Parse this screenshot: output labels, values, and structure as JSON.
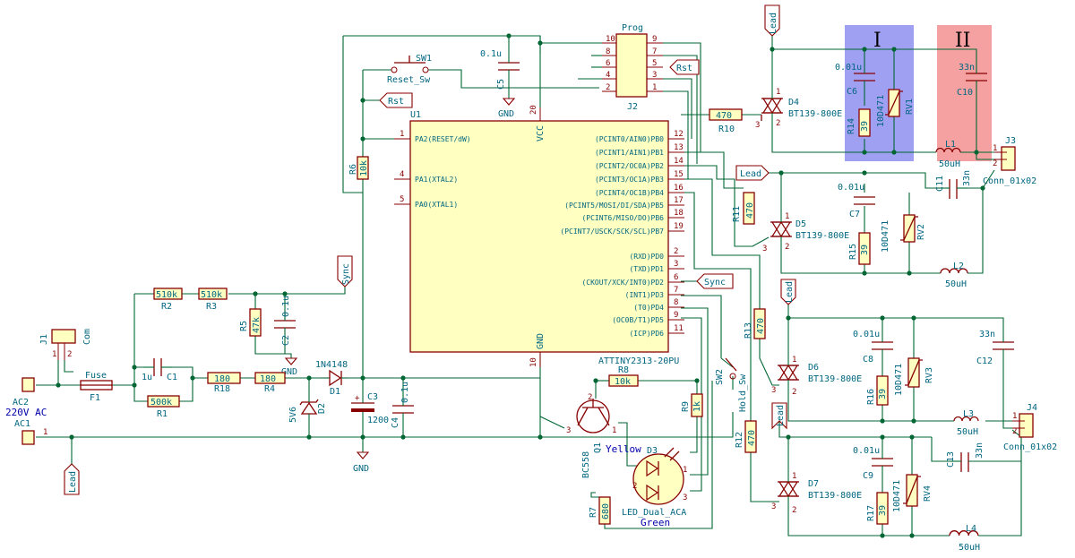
{
  "regions": {
    "I": "I",
    "II": "II",
    "region_I_color": "#8888ee",
    "region_II_color": "#f28a8a"
  },
  "ic": {
    "ref": "U1",
    "value": "ATTINY2313-20PU",
    "left_pins": [
      {
        "num": "1",
        "name": "PA2(RESET/dW)"
      },
      {
        "num": "4",
        "name": "PA1(XTAL2)"
      },
      {
        "num": "5",
        "name": "PA0(XTAL1)"
      }
    ],
    "right_pins": [
      {
        "num": "12",
        "name": "(PCINT0/AIN0)PB0"
      },
      {
        "num": "13",
        "name": "(PCINT1/AIN1)PB1"
      },
      {
        "num": "14",
        "name": "(PCINT2/OC0A)PB2"
      },
      {
        "num": "15",
        "name": "(PCINT3/OC1A)PB3"
      },
      {
        "num": "16",
        "name": "(PCINT4/OC1B)PB4"
      },
      {
        "num": "17",
        "name": "(PCINT5/MOSI/DI/SDA)PB5"
      },
      {
        "num": "18",
        "name": "(PCINT6/MISO/DO)PB6"
      },
      {
        "num": "19",
        "name": "(PCINT7/USCK/SCK/SCL)PB7"
      },
      {
        "num": "2",
        "name": "(RXD)PD0"
      },
      {
        "num": "3",
        "name": "(TXD)PD1"
      },
      {
        "num": "6",
        "name": "(CKOUT/XCK/INT0)PD2"
      },
      {
        "num": "7",
        "name": "(INT1)PD3"
      },
      {
        "num": "8",
        "name": "(T0)PD4"
      },
      {
        "num": "9",
        "name": "(OC0B/T1)PD5"
      },
      {
        "num": "11",
        "name": "(ICP)PD6"
      }
    ],
    "vcc": "VCC",
    "vcc_pin": "20",
    "gnd": "GND",
    "gnd_pin": "10"
  },
  "prog": {
    "title": "Prog",
    "ref": "J2",
    "left_nums": [
      "10",
      "8",
      "6",
      "4",
      "2"
    ],
    "right_nums": [
      "9",
      "7",
      "5",
      "3",
      "1"
    ]
  },
  "labels": {
    "rst": "Rst",
    "sync": "Sync",
    "lead": "Lead",
    "gnd": "GND",
    "ac_label": "220V AC",
    "ac1": "AC1",
    "ac2": "AC2",
    "j1": "J1",
    "com": "Com",
    "yellow": "Yellow",
    "green": "Green",
    "led_dual": "LED_Dual_ACA"
  },
  "parts": {
    "sw1_ref": "SW1",
    "sw1_val": "Reset_Sw",
    "sw2_ref": "SW2",
    "sw2_val": "Hold_Sw",
    "c5_val": "0.1u",
    "c5_ref": "C5",
    "r6_ref": "R6",
    "r6_val": "10k",
    "r2_ref": "R2",
    "r2_val": "510k",
    "r3_ref": "R3",
    "r3_val": "510k",
    "r5_ref": "R5",
    "r5_val": "47k",
    "c2_ref": "C2",
    "c2_val": "0.1u",
    "f1_ref": "F1",
    "f1_val": "Fuse",
    "c1_ref": "C1",
    "c1_val": "1u",
    "r1_ref": "R1",
    "r1_val": "500k",
    "r18_ref": "R18",
    "r18_val": "180",
    "r4_ref": "R4",
    "r4_val": "180",
    "d1_ref": "D1",
    "d1_val": "1N4148",
    "d2_ref": "D2",
    "d2_val": "5V6",
    "c3_ref": "C3",
    "c3_val": "1200",
    "c4_ref": "C4",
    "c4_val": "0.1u",
    "r8_ref": "R8",
    "r8_val": "10k",
    "q1_ref": "Q1",
    "q1_val": "BC558",
    "r9_ref": "R9",
    "r9_val": "1k",
    "d3_ref": "D3",
    "r7_ref": "R7",
    "r7_val": "680",
    "r10_ref": "R10",
    "r10_val": "470",
    "d4_ref": "D4",
    "d4_val": "BT139-800E",
    "c6_ref": "C6",
    "c6_val": "0.01u",
    "r14_ref": "R14",
    "r14_val": "39",
    "rv1_ref": "RV1",
    "rv1_val": "10D471",
    "c10_ref": "C10",
    "c10_val": "33n",
    "l1_ref": "L1",
    "l1_val": "50uH",
    "j3_ref": "J3",
    "j3_val": "Conn_01x02",
    "r11_ref": "R11",
    "r11_val": "470",
    "d5_ref": "D5",
    "d5_val": "BT139-800E",
    "c7_ref": "C7",
    "c7_val": "0.01u",
    "r15_ref": "R15",
    "r15_val": "39",
    "rv2_ref": "RV2",
    "rv2_val": "10D471",
    "c11_ref": "C11",
    "c11_val": "33n",
    "l2_ref": "L2",
    "l2_val": "50uH",
    "r13_ref": "R13",
    "r13_val": "470",
    "d6_ref": "D6",
    "d6_val": "BT139-800E",
    "c8_ref": "C8",
    "c8_val": "0.01u",
    "r16_ref": "R16",
    "r16_val": "39",
    "rv3_ref": "RV3",
    "rv3_val": "10D471",
    "c12_ref": "C12",
    "c12_val": "33n",
    "l3_ref": "L3",
    "l3_val": "50uH",
    "j4_ref": "J4",
    "j4_val": "Conn_01x02",
    "r12_ref": "R12",
    "r12_val": "470",
    "d7_ref": "D7",
    "d7_val": "BT139-800E",
    "c9_ref": "C9",
    "c9_val": "0.01u",
    "r17_ref": "R17",
    "r17_val": "39",
    "rv4_ref": "RV4",
    "rv4_val": "10D471",
    "c13_ref": "C13",
    "c13_val": "33n",
    "l4_ref": "L4",
    "l4_val": "50uH"
  },
  "pin_nums": {
    "one": "1",
    "two": "2",
    "three": "3"
  }
}
